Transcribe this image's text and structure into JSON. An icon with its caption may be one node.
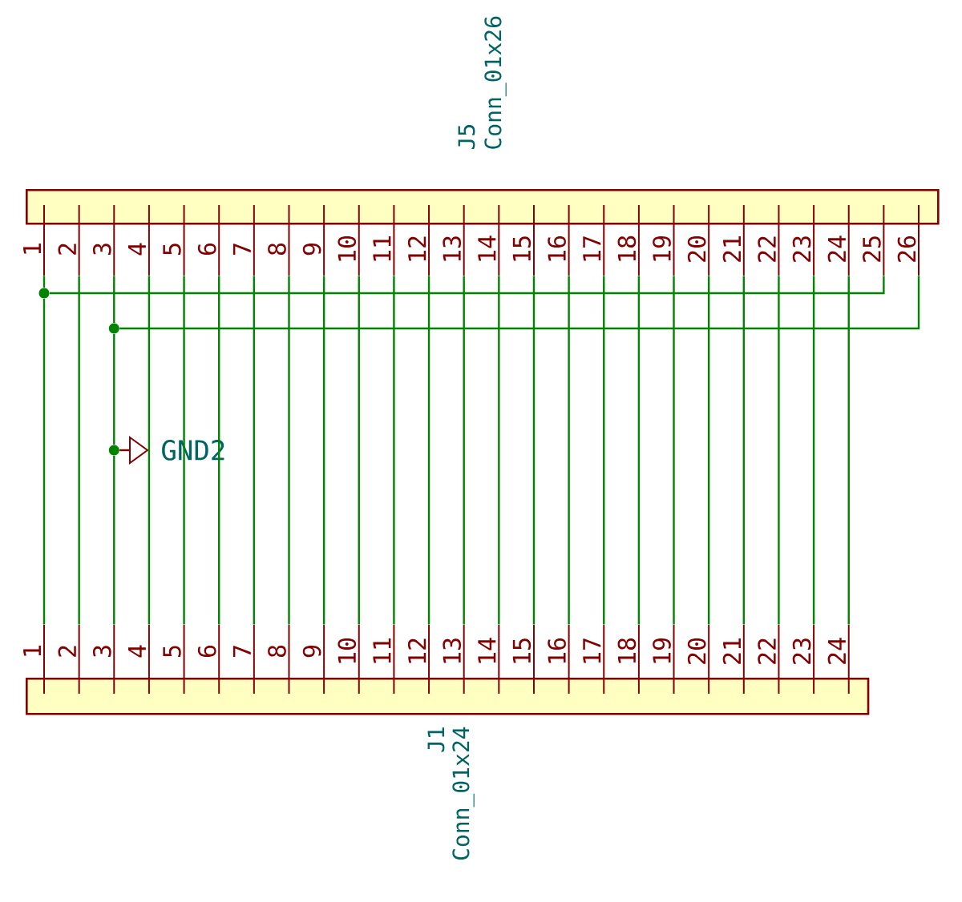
{
  "diagram": {
    "nodes": [
      {
        "text": [
          "J5",
          "Conn_01x26"
        ]
      },
      {
        "text": [
          "1"
        ]
      },
      {
        "text": [
          "2"
        ]
      },
      {
        "text": [
          "3"
        ]
      },
      {
        "text": [
          "4"
        ]
      },
      {
        "text": [
          "5"
        ]
      },
      {
        "text": [
          "6"
        ]
      },
      {
        "text": [
          "7"
        ]
      },
      {
        "text": [
          "8"
        ]
      },
      {
        "text": [
          "9"
        ]
      },
      {
        "text": [
          "10"
        ]
      },
      {
        "text": [
          "11"
        ]
      },
      {
        "text": [
          "12"
        ]
      },
      {
        "text": [
          "13"
        ]
      },
      {
        "text": [
          "14"
        ]
      },
      {
        "text": [
          "15"
        ]
      },
      {
        "text": [
          "16"
        ]
      },
      {
        "text": [
          "17"
        ]
      },
      {
        "text": [
          "18"
        ]
      },
      {
        "text": [
          "19"
        ]
      },
      {
        "text": [
          "20"
        ]
      },
      {
        "text": [
          "21"
        ]
      },
      {
        "text": [
          "22"
        ]
      },
      {
        "text": [
          "23"
        ]
      },
      {
        "text": [
          "24"
        ]
      },
      {
        "text": [
          "25"
        ]
      },
      {
        "text": [
          "26"
        ]
      },
      {
        "text": [],
        "shape": "circle"
      },
      {
        "text": [],
        "shape": "circle"
      },
      {
        "text": [],
        "shape": "circle"
      },
      {
        "text": [
          "GND2"
        ]
      },
      {
        "text": [
          "J1",
          "Conn_01x24"
        ]
      },
      {
        "text": [
          "1"
        ]
      },
      {
        "text": [
          "2"
        ]
      },
      {
        "text": [
          "3"
        ]
      },
      {
        "text": [
          "4"
        ]
      },
      {
        "text": [
          "5"
        ]
      },
      {
        "text": [
          "6"
        ]
      },
      {
        "text": [
          "7"
        ]
      },
      {
        "text": [
          "8"
        ]
      },
      {
        "text": [
          "9"
        ]
      },
      {
        "text": [
          "10"
        ]
      },
      {
        "text": [
          "11"
        ]
      },
      {
        "text": [
          "12"
        ]
      },
      {
        "text": [
          "13"
        ]
      },
      {
        "text": [
          "14"
        ]
      },
      {
        "text": [
          "15"
        ]
      },
      {
        "text": [
          "16"
        ]
      },
      {
        "text": [
          "17"
        ]
      },
      {
        "text": [
          "18"
        ]
      },
      {
        "text": [
          "19"
        ]
      },
      {
        "text": [
          "20"
        ]
      },
      {
        "text": [
          "21"
        ]
      },
      {
        "text": [
          "22"
        ]
      },
      {
        "text": [
          "23"
        ]
      },
      {
        "text": [
          "24"
        ]
      }
    ],
    "edges": [
      {
        "from": 1,
        "to": 27,
        "arrow": "none"
      },
      {
        "from": 27,
        "to": 32,
        "arrow": "none"
      },
      {
        "from": 25,
        "to": 27,
        "arrow": "none"
      },
      {
        "from": 2,
        "to": 33,
        "arrow": "none"
      },
      {
        "from": 3,
        "to": 28,
        "arrow": "none"
      },
      {
        "from": 28,
        "to": 29,
        "arrow": "none"
      },
      {
        "from": 29,
        "to": 34,
        "arrow": "none"
      },
      {
        "from": 26,
        "to": 28,
        "arrow": "none"
      },
      {
        "from": 29,
        "to": 30,
        "arrow": "none",
        "color": "#840000"
      },
      {
        "from": 4,
        "to": 35,
        "arrow": "none"
      },
      {
        "from": 5,
        "to": 36,
        "arrow": "none"
      },
      {
        "from": 6,
        "to": 37,
        "arrow": "none"
      },
      {
        "from": 7,
        "to": 38,
        "arrow": "none"
      },
      {
        "from": 8,
        "to": 39,
        "arrow": "none"
      },
      {
        "from": 9,
        "to": 40,
        "arrow": "none"
      },
      {
        "from": 10,
        "to": 41,
        "arrow": "none"
      },
      {
        "from": 11,
        "to": 42,
        "arrow": "none"
      },
      {
        "from": 12,
        "to": 43,
        "arrow": "none"
      },
      {
        "from": 13,
        "to": 44,
        "arrow": "none"
      },
      {
        "from": 14,
        "to": 45,
        "arrow": "none"
      },
      {
        "from": 15,
        "to": 46,
        "arrow": "none"
      },
      {
        "from": 16,
        "to": 47,
        "arrow": "none"
      },
      {
        "from": 17,
        "to": 48,
        "arrow": "none"
      },
      {
        "from": 18,
        "to": 49,
        "arrow": "none"
      },
      {
        "from": 19,
        "to": 50,
        "arrow": "none"
      },
      {
        "from": 20,
        "to": 51,
        "arrow": "none"
      },
      {
        "from": 21,
        "to": 52,
        "arrow": "none"
      },
      {
        "from": 22,
        "to": 53,
        "arrow": "none"
      },
      {
        "from": 23,
        "to": 54,
        "arrow": "none"
      },
      {
        "from": 24,
        "to": 55,
        "arrow": "none"
      }
    ]
  }
}
